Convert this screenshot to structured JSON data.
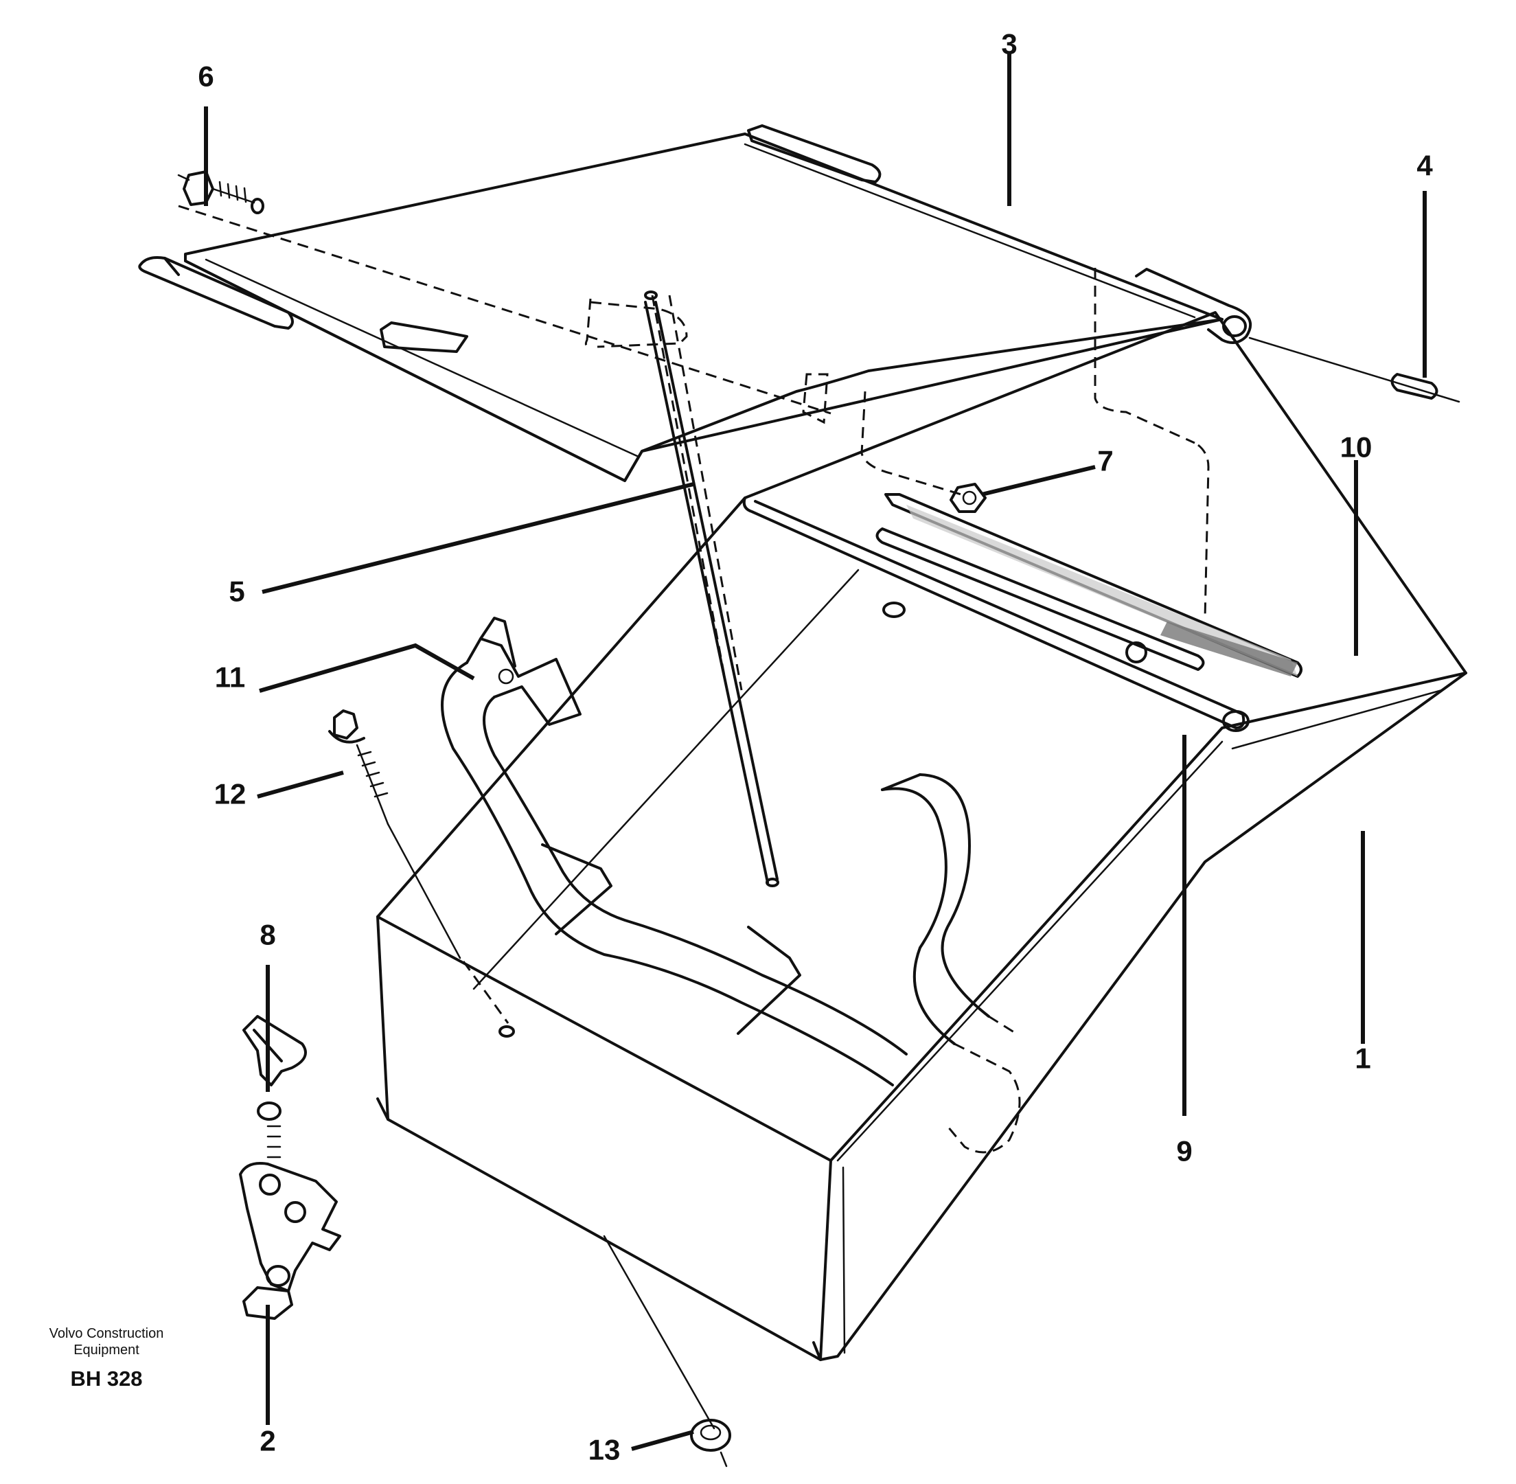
{
  "diagram": {
    "callouts": [
      {
        "id": "c1",
        "label": "1"
      },
      {
        "id": "c2",
        "label": "2"
      },
      {
        "id": "c3",
        "label": "3"
      },
      {
        "id": "c4",
        "label": "4"
      },
      {
        "id": "c5",
        "label": "5"
      },
      {
        "id": "c6",
        "label": "6"
      },
      {
        "id": "c7",
        "label": "7"
      },
      {
        "id": "c8",
        "label": "8"
      },
      {
        "id": "c9",
        "label": "9"
      },
      {
        "id": "c10",
        "label": "10"
      },
      {
        "id": "c11",
        "label": "11"
      },
      {
        "id": "c12",
        "label": "12"
      },
      {
        "id": "c13",
        "label": "13"
      }
    ]
  },
  "caption": {
    "company": "Volvo Construction",
    "company_line2": "Equipment",
    "code": "BH 328"
  }
}
